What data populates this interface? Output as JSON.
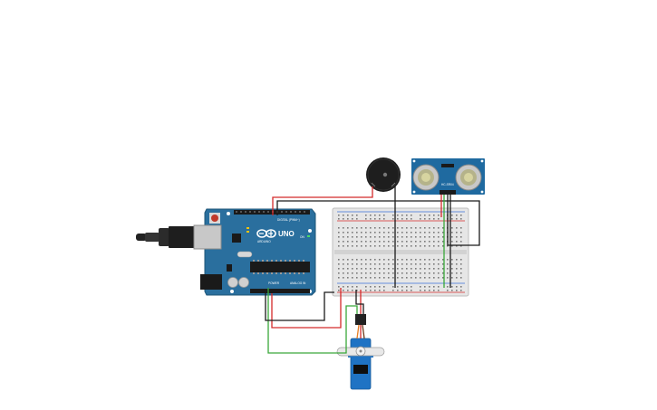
{
  "diagram": {
    "arduino": {
      "brand_label": "ARDUINO",
      "model_label": "UNO",
      "digital_label": "DIGITAL (PWM~)",
      "power_label": "POWER",
      "analog_label": "ANALOG IN",
      "on_label": "ON",
      "color": "#2a6f9e"
    },
    "ultrasonic_sensor": {
      "model_label": "HC-SR04",
      "color": "#1f6aa0"
    },
    "buzzer": {
      "color": "#1e1e1e"
    },
    "servo": {
      "color": "#1f73c4"
    },
    "wire_colors": {
      "red": "#d42a2a",
      "black": "#1a1a1a",
      "green": "#3aa83a"
    }
  }
}
